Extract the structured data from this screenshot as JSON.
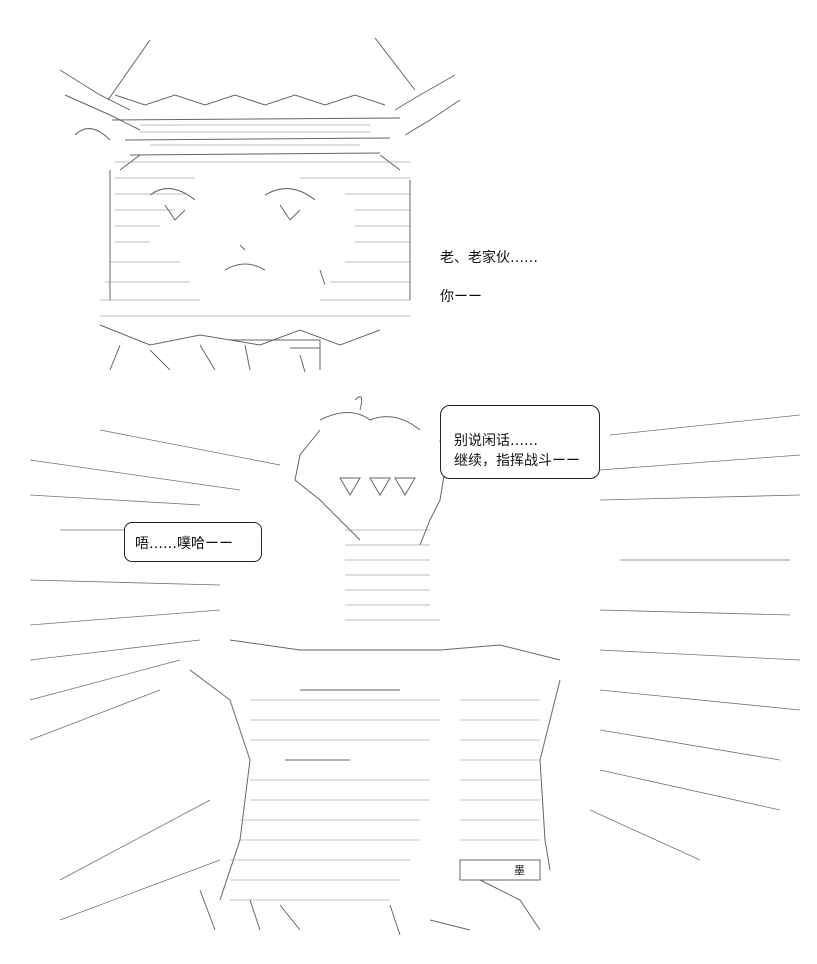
{
  "dialogue": {
    "line_1": "老、老家伙……",
    "line_2": "你ーー",
    "bubble_top_right": {
      "line_1": "别说闲话……",
      "line_2": "继续，指挥战斗ーー"
    },
    "bubble_left": "唔……噗哈ーー"
  },
  "inline_marks": {
    "ink_label": "墨"
  },
  "colors": {
    "ink": "#222222",
    "paper": "#ffffff"
  }
}
